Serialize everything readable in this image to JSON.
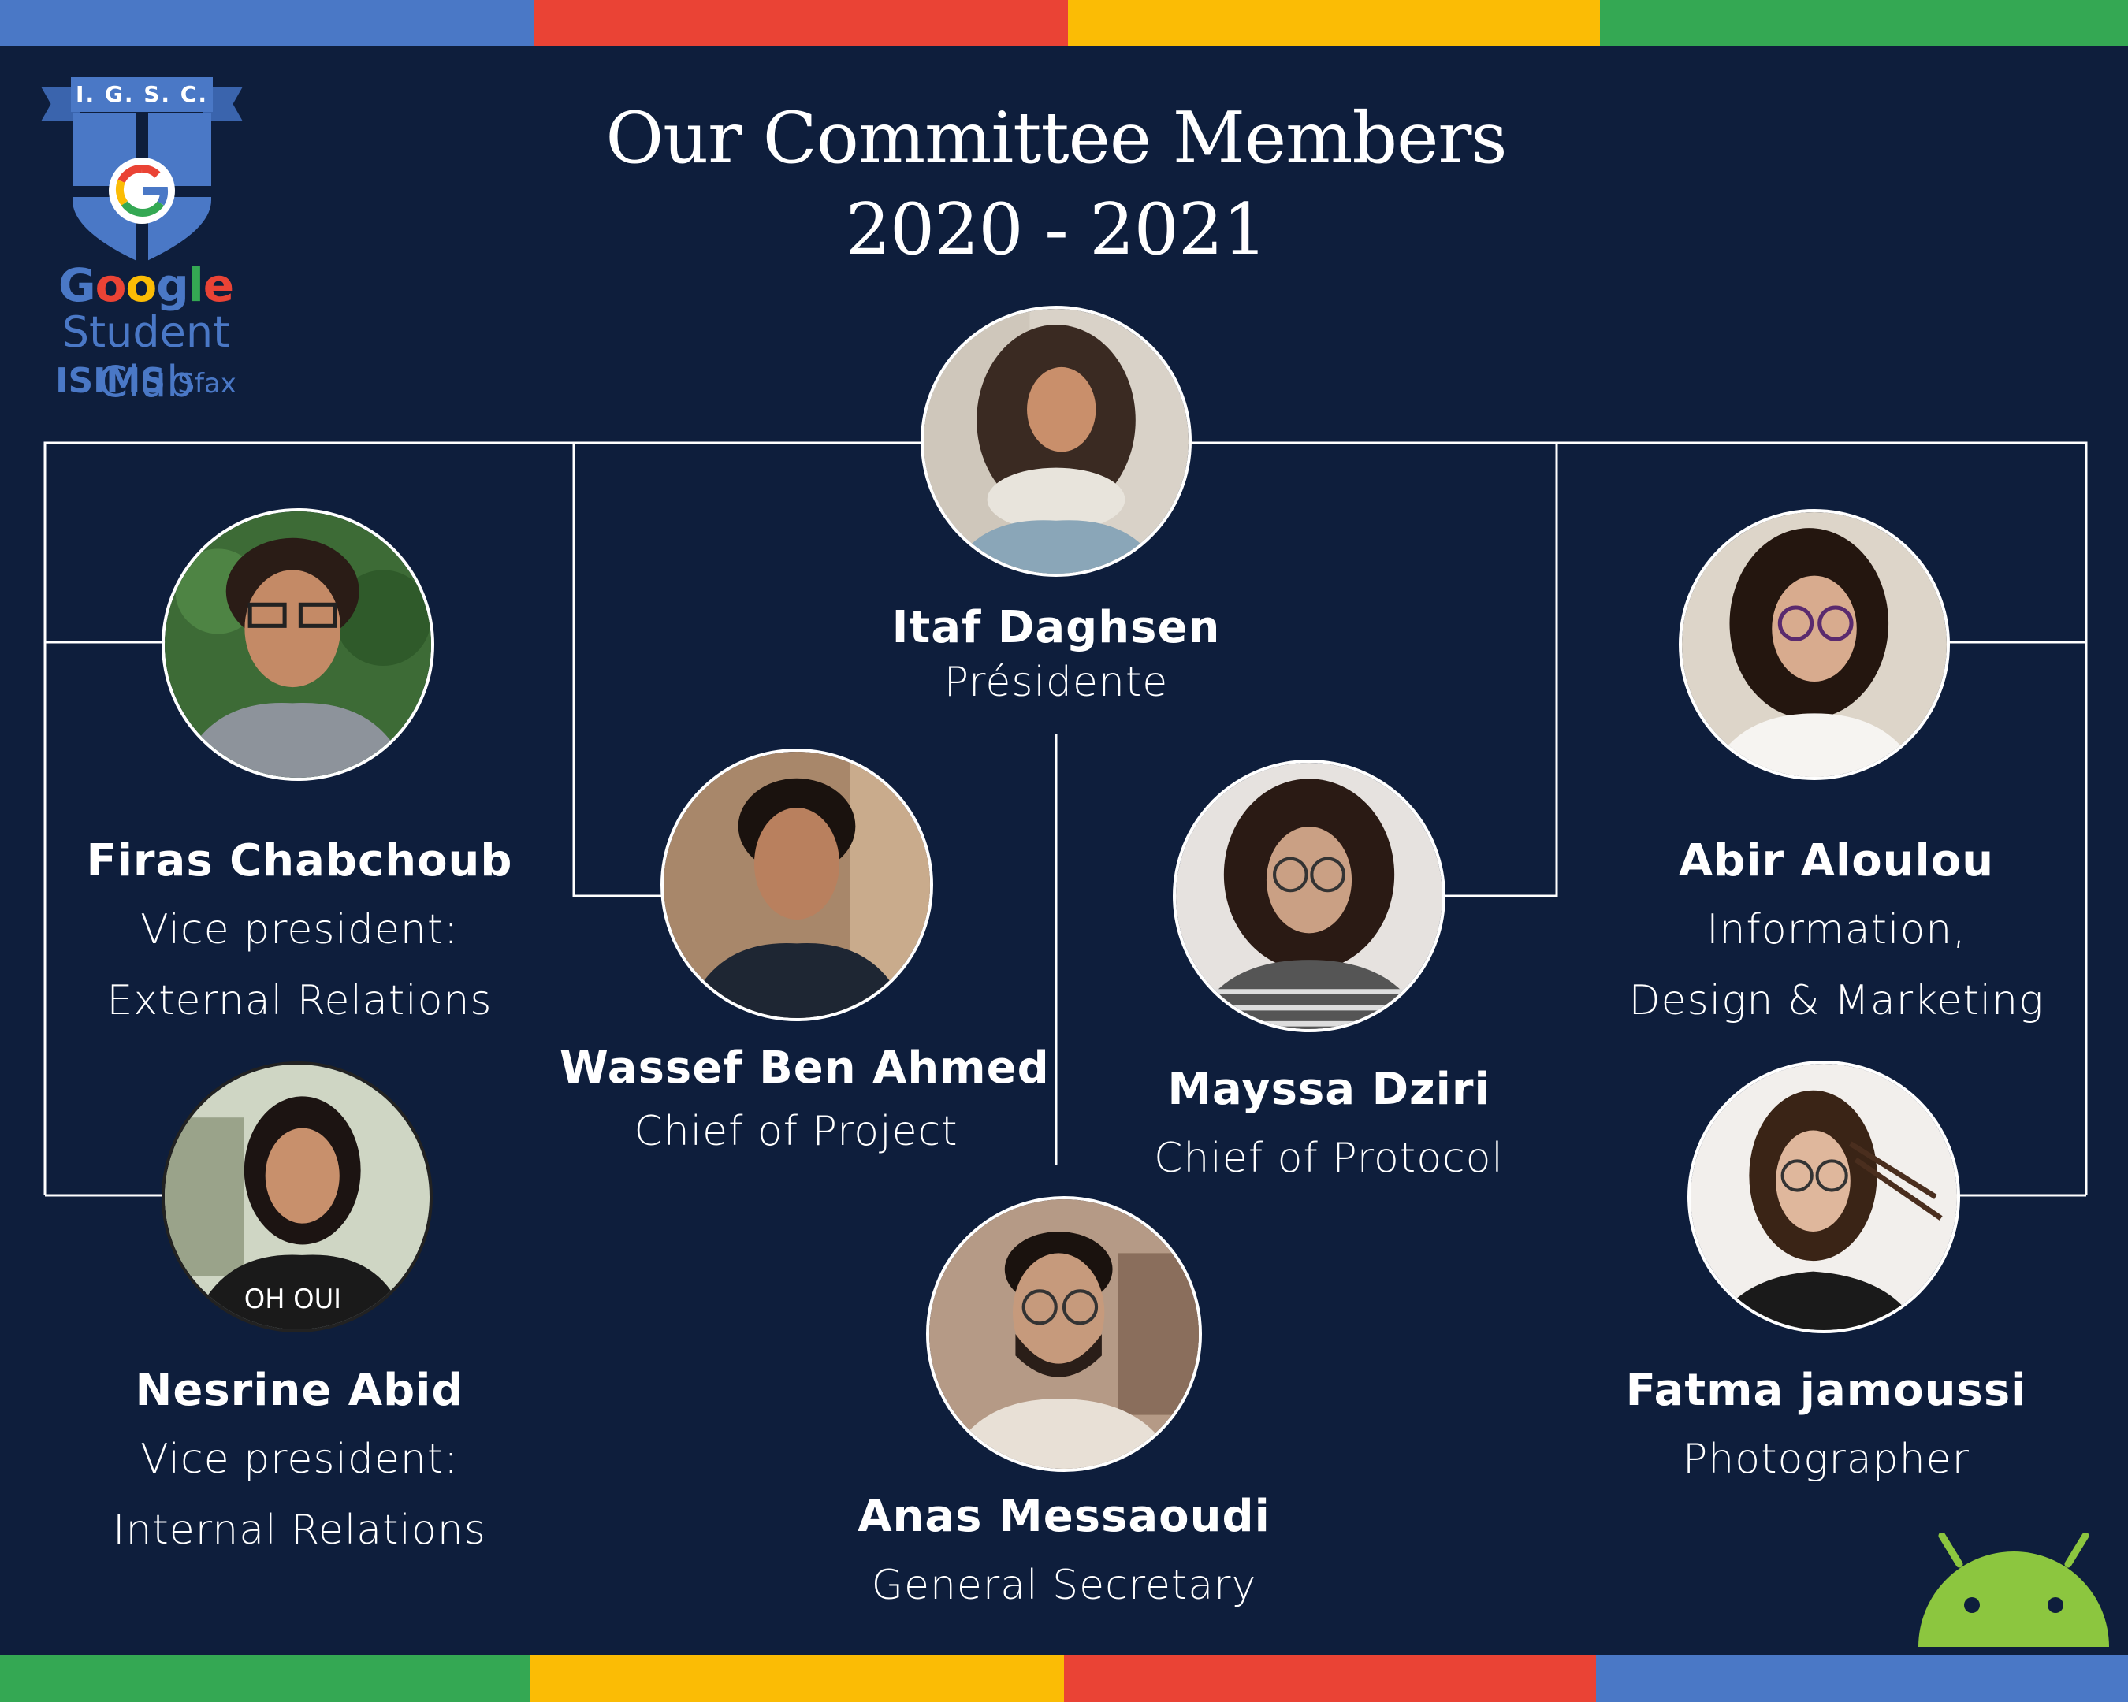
{
  "colors": {
    "background": "#0e1e3c",
    "blue": "#4a78c6",
    "red": "#ea4335",
    "yellow": "#fbbc05",
    "green": "#34a853",
    "android": "#8cc63f"
  },
  "logo": {
    "banner": "I. G. S. C.",
    "google": "Google",
    "club": "Student Club",
    "school": "ISIMS",
    "city": "Sfax",
    "icons": [
      "shield-icon",
      "google-g-icon"
    ]
  },
  "title": {
    "line1": "Our Committee Members",
    "line2": "2020 - 2021"
  },
  "members": {
    "president": {
      "name": "Itaf Daghsen",
      "role": "Présidente"
    },
    "firas": {
      "name": "Firas Chabchoub",
      "role1": "Vice president:",
      "role2": "External Relations"
    },
    "nesrine": {
      "name": "Nesrine Abid",
      "role1": "Vice president:",
      "role2": "Internal Relations"
    },
    "wassef": {
      "name": "Wassef Ben Ahmed",
      "role": "Chief of Project"
    },
    "mayssa": {
      "name": "Mayssa Dziri",
      "role": "Chief of Protocol"
    },
    "anas": {
      "name": "Anas Messaoudi",
      "role": "General Secretary"
    },
    "abir": {
      "name": "Abir Aloulou",
      "role1": "Information,",
      "role2": "Design & Marketing"
    },
    "fatma": {
      "name": "Fatma jamoussi",
      "role": "Photographer"
    }
  },
  "decor": {
    "corner_icon": "android-icon"
  }
}
